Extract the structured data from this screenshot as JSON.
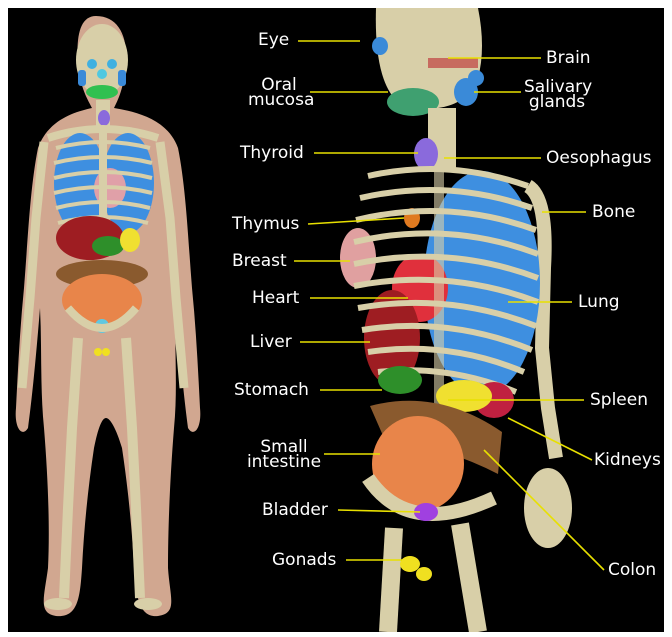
{
  "colors": {
    "background": "#000000",
    "leader_line": "#e8e000",
    "label_text": "#ffffff",
    "bone": "#d8cfa8",
    "skin": "#e8b9a0",
    "lung": "#3e8fe0",
    "liver": "#9e1d22",
    "heart": "#e0303c",
    "stomach": "#2e8f2a",
    "spleen": "#f0e030",
    "small_intestine": "#e8854a",
    "colon": "#8a5a2e",
    "bladder": "#a040e0",
    "thyroid": "#8a6adc",
    "brain": "#d04040",
    "salivary_glands": "#3a8ad8",
    "oral_mucosa": "#3fa070",
    "thymus": "#e0a0a0",
    "gonads": "#f0e020",
    "eye": "#40b0e0"
  },
  "labels": {
    "eye": "Eye",
    "brain": "Brain",
    "oral_mucosa_line1": "Oral",
    "oral_mucosa_line2": "mucosa",
    "salivary_line1": "Salivary",
    "salivary_line2": "glands",
    "thyroid": "Thyroid",
    "oesophagus": "Oesophagus",
    "thymus": "Thymus",
    "bone": "Bone",
    "breast": "Breast",
    "heart": "Heart",
    "lung": "Lung",
    "liver": "Liver",
    "stomach": "Stomach",
    "spleen": "Spleen",
    "small_intestine_line1": "Small",
    "small_intestine_line2": "intestine",
    "kidneys": "Kidneys",
    "bladder": "Bladder",
    "gonads": "Gonads",
    "colon": "Colon"
  }
}
